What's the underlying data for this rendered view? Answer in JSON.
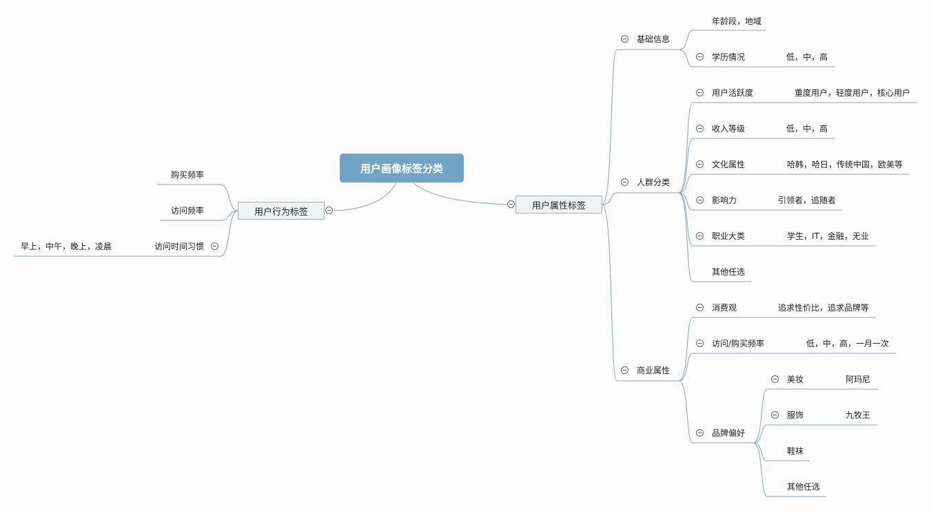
{
  "root": "用户画像标签分类",
  "left": {
    "label": "用户行为标签",
    "children": [
      {
        "label": "购买频率"
      },
      {
        "label": "访问频率"
      },
      {
        "label": "访问时间习惯",
        "value": "早上，中午，晚上，凌晨"
      }
    ]
  },
  "right": {
    "label": "用户属性标签",
    "groups": [
      {
        "label": "基础信息",
        "children": [
          {
            "label": "年龄段，地域"
          },
          {
            "label": "学历情况",
            "value": "低，中，高"
          }
        ]
      },
      {
        "label": "人群分类",
        "children": [
          {
            "label": "用户活跃度",
            "value": "重度用户，轻度用户，核心用户"
          },
          {
            "label": "收入等级",
            "value": "低，中，高"
          },
          {
            "label": "文化属性",
            "value": "哈韩，哈日，传统中国，欧美等"
          },
          {
            "label": "影响力",
            "value": "引领者，追随者"
          },
          {
            "label": "职业大类",
            "value": "学生，IT，金融，无业"
          },
          {
            "label": "其他任选"
          }
        ]
      },
      {
        "label": "商业属性",
        "children": [
          {
            "label": "消费观",
            "value": "追求性价比，追求品牌等"
          },
          {
            "label": "访问/购买频率",
            "value": "低，中，高，一月一次"
          },
          {
            "label": "品牌偏好",
            "children": [
              {
                "label": "美妆",
                "value": "阿玛尼"
              },
              {
                "label": "服饰",
                "value": "九牧王"
              },
              {
                "label": "鞋袜"
              },
              {
                "label": "其他任选"
              }
            ]
          }
        ]
      }
    ]
  }
}
